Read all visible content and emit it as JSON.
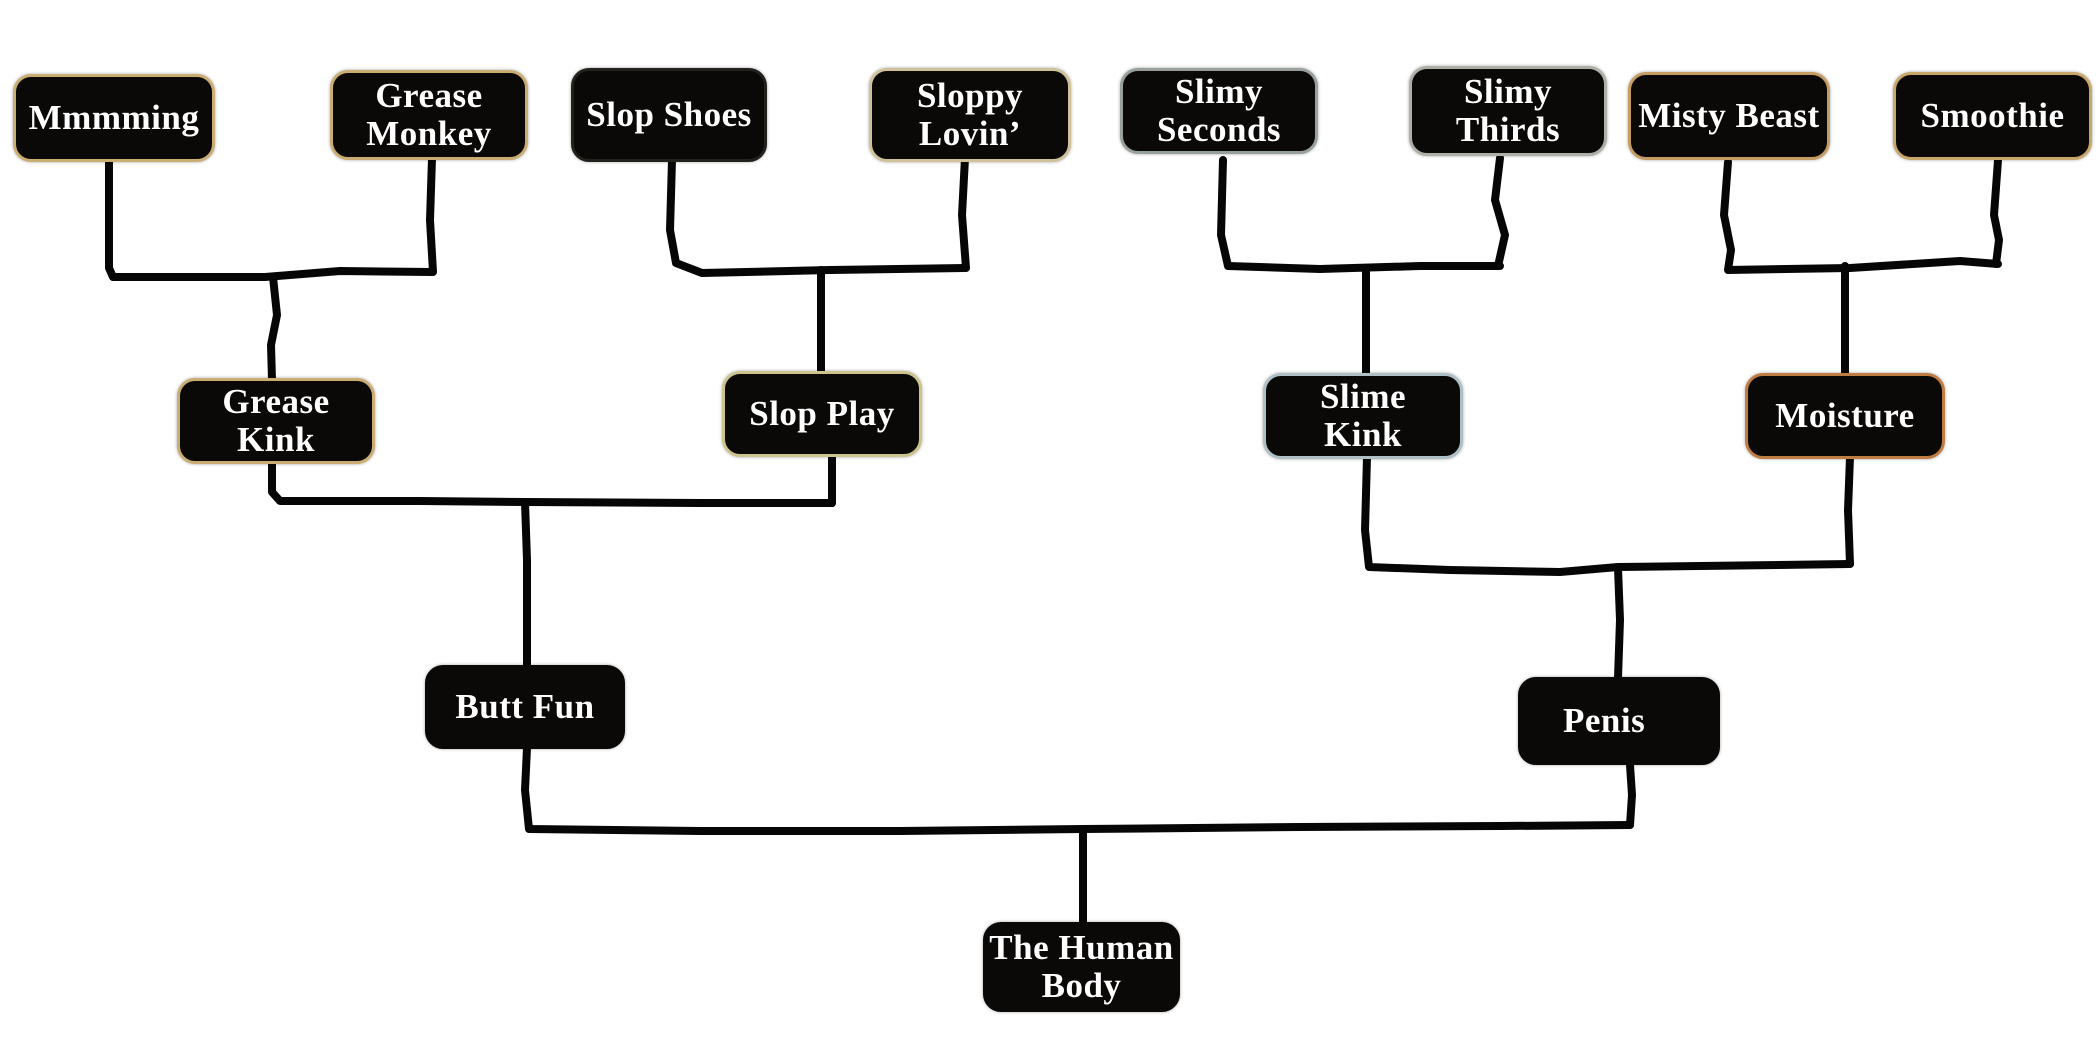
{
  "diagram": {
    "title": "Family-tree style diagram",
    "background_color": "#ffffff",
    "line_color": "#060606",
    "box_fill_color": "#0b0907",
    "text_color": "#ffffff",
    "nodes": [
      {
        "id": "mmmming",
        "label": "Mmmming",
        "border_color": "#c9ad72"
      },
      {
        "id": "grease-monkey",
        "label": "Grease\nMonkey",
        "border_color": "#c9ad72"
      },
      {
        "id": "slop-shoes",
        "label": "Slop Shoes",
        "border_color": "#23211c"
      },
      {
        "id": "sloppy-lovin",
        "label": "Sloppy Lovin’",
        "border_color": "#cfc29a"
      },
      {
        "id": "slimy-seconds",
        "label": "Slimy\nSeconds",
        "border_color": "#97a09b"
      },
      {
        "id": "slimy-thirds",
        "label": "Slimy\nThirds",
        "border_color": "#aeb0a8"
      },
      {
        "id": "misty-beast",
        "label": "Misty Beast",
        "border_color": "#c59c64"
      },
      {
        "id": "smoothie",
        "label": "Smoothie",
        "border_color": "#c8a76c"
      },
      {
        "id": "grease-kink",
        "label": "Grease Kink",
        "border_color": "#c9ad72"
      },
      {
        "id": "slop-play",
        "label": "Slop Play",
        "border_color": "#cdc38c"
      },
      {
        "id": "slime-kink",
        "label": "Slime\nKink",
        "border_color": "#aebfc6"
      },
      {
        "id": "moisture",
        "label": "Moisture",
        "border_color": "#bf7d44"
      },
      {
        "id": "butt-fun",
        "label": "Butt Fun",
        "border_color": "#0b0907"
      },
      {
        "id": "penis",
        "label": "Penis",
        "border_color": "#0b0907"
      },
      {
        "id": "the-human-body",
        "label": "The Human\nBody",
        "border_color": "#0b0907"
      }
    ],
    "edges": [
      {
        "parents": [
          "mmmming",
          "grease-monkey"
        ],
        "child": "grease-kink"
      },
      {
        "parents": [
          "slop-shoes",
          "sloppy-lovin"
        ],
        "child": "slop-play"
      },
      {
        "parents": [
          "slimy-seconds",
          "slimy-thirds"
        ],
        "child": "slime-kink"
      },
      {
        "parents": [
          "misty-beast",
          "smoothie"
        ],
        "child": "moisture"
      },
      {
        "parents": [
          "grease-kink",
          "slop-play"
        ],
        "child": "butt-fun"
      },
      {
        "parents": [
          "slime-kink",
          "moisture"
        ],
        "child": "penis"
      },
      {
        "parents": [
          "butt-fun",
          "penis"
        ],
        "child": "the-human-body"
      }
    ]
  }
}
